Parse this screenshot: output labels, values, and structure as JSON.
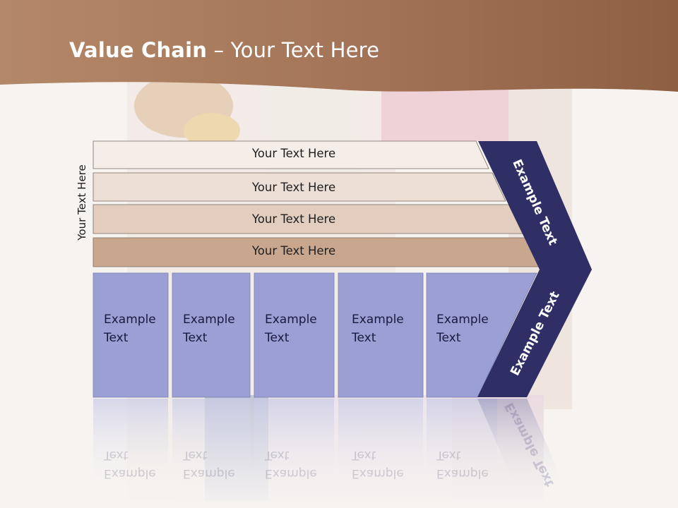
{
  "title": {
    "bold": "Value Chain",
    "rest": " – Your Text Here"
  },
  "side_label": "Your Text Here",
  "support_bars": [
    {
      "label": "Your Text Here"
    },
    {
      "label": "Your Text Here"
    },
    {
      "label": "Your Text Here"
    },
    {
      "label": "Your Text Here"
    }
  ],
  "primary_boxes": [
    {
      "line1": "Example",
      "line2": "Text"
    },
    {
      "line1": "Example",
      "line2": "Text"
    },
    {
      "line1": "Example",
      "line2": "Text"
    },
    {
      "line1": "Example",
      "line2": "Text"
    },
    {
      "line1": "Example",
      "line2": "Text"
    }
  ],
  "chevron": {
    "upper_label": "Example Text",
    "lower_label": "Example Text"
  },
  "colors": {
    "header_brown": "#9c6c4c",
    "bar_fills": [
      "#f4ede8",
      "#ecdfd6",
      "#e2cdbf",
      "#c9a78f"
    ],
    "box_fill": "#9c9fd3",
    "chevron_fill": "#2f2f66"
  }
}
